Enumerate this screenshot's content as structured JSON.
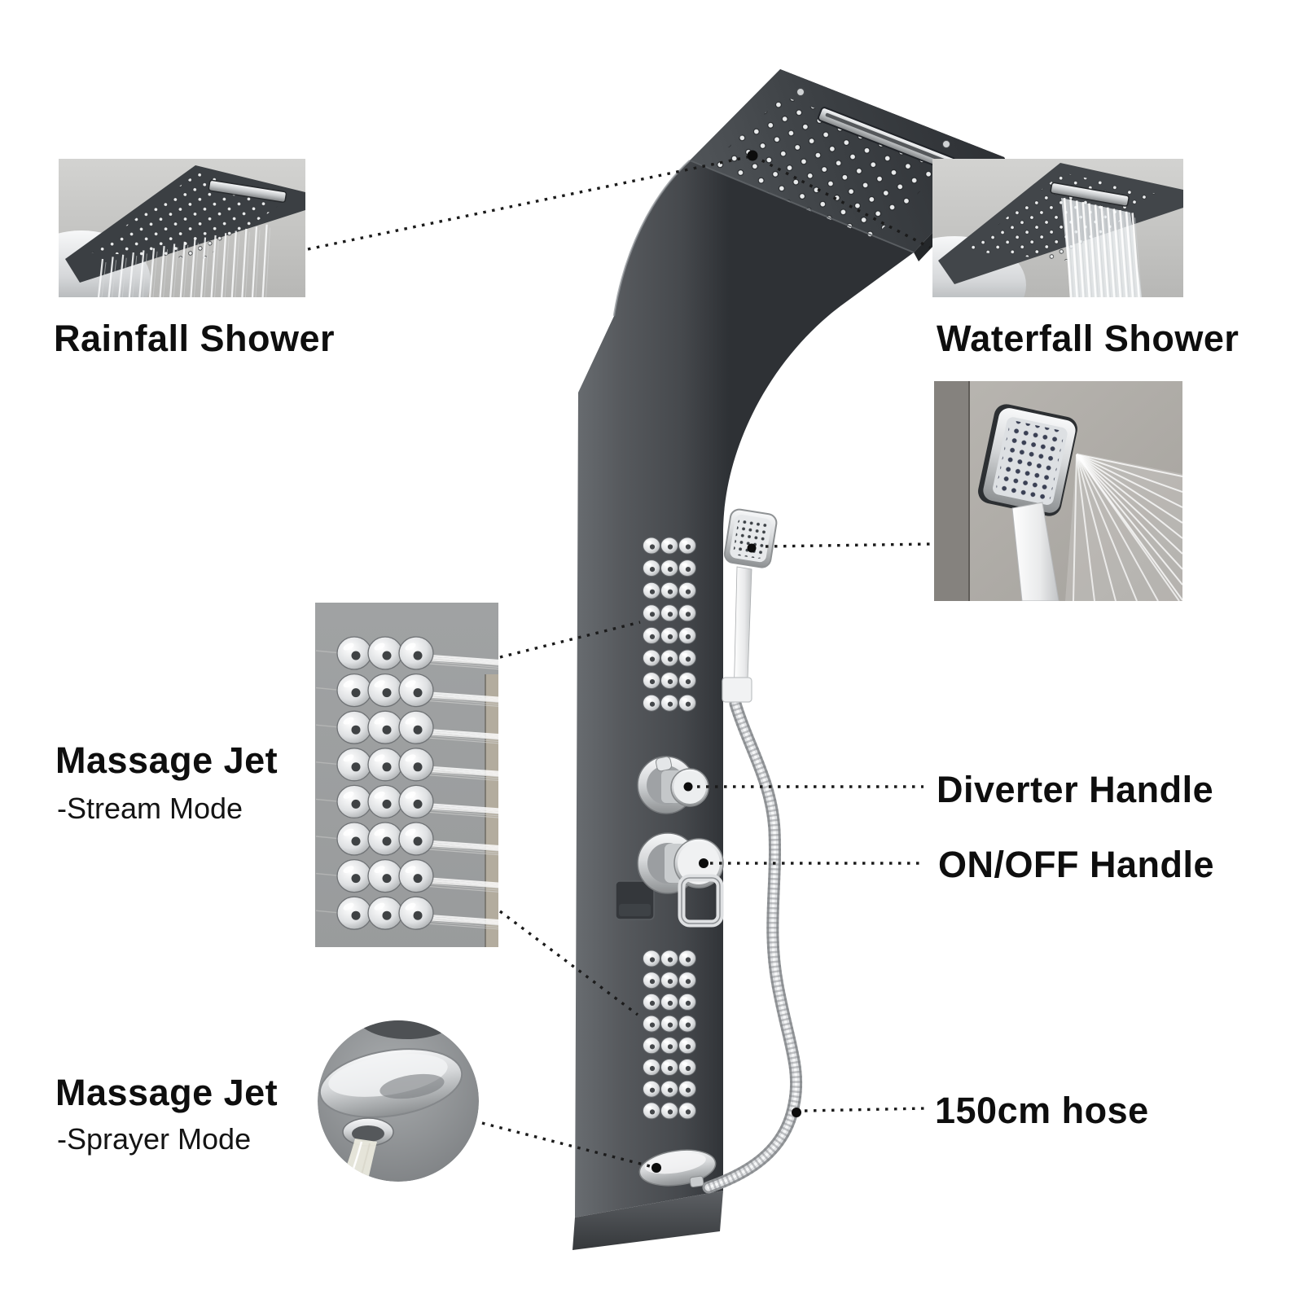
{
  "callouts": {
    "rainfall": {
      "label": "Rainfall Shower"
    },
    "waterfall": {
      "label": "Waterfall Shower"
    },
    "massage_stream": {
      "label": "Massage Jet",
      "sublabel": "-Stream Mode"
    },
    "massage_sprayer": {
      "label": "Massage Jet",
      "sublabel": "-Sprayer Mode"
    },
    "diverter": {
      "label": "Diverter Handle"
    },
    "onoff": {
      "label": "ON/OFF Handle"
    },
    "hose": {
      "label": "150cm hose"
    }
  },
  "colors": {
    "background": "#ffffff",
    "panel": "#45484c",
    "panel_dark": "#2f3236",
    "chrome": "#d9dbdd",
    "callout_line": "#1b1b1b",
    "label_text": "#0e0e0e"
  }
}
